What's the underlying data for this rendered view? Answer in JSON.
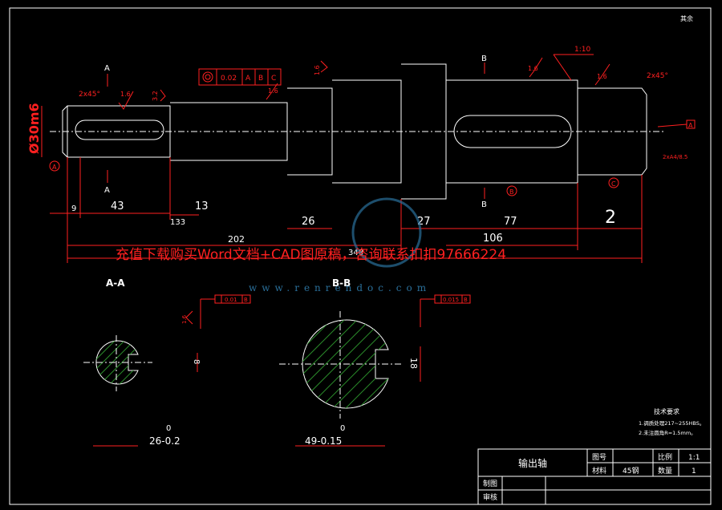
{
  "title_block": {
    "part_name": "输出轴",
    "drawing_no_label": "图号",
    "scale_label": "比例",
    "scale_value": "1:1",
    "material_label": "材料",
    "material_value": "45钢",
    "quantity_label": "数量",
    "quantity_value": "1",
    "drawn_label": "制图",
    "checked_label": "审核"
  },
  "tech_req": {
    "title": "技术要求",
    "line1": "1.调质处理217~255HBS。",
    "line2": "2.未注圆角R=1.5mm。"
  },
  "corner_note": "其余",
  "main_view": {
    "diameter_label": "Ø30m6",
    "chamfer_left": "2x45°",
    "chamfer_right": "2x45°",
    "tolerance_frame": [
      "0.02",
      "A",
      "B",
      "C"
    ],
    "roughness": [
      "1.6",
      "3.2",
      "1.6",
      "1.6",
      "1.6",
      "1.6",
      "1.6"
    ],
    "taper": "1:10",
    "dims": [
      "9",
      "43",
      "13",
      "133",
      "26",
      "27",
      "77",
      "2",
      "202",
      "106",
      "348"
    ],
    "section_marks": [
      "A",
      "A",
      "B",
      "B"
    ],
    "datum_labels": [
      "A",
      "B",
      "C",
      "A"
    ],
    "center_note": "2xA4/8.5"
  },
  "section_aa": {
    "title": "A-A",
    "dim_key": "8",
    "dim_diam_top": "0",
    "dim_diam": "26-0.2",
    "frame": [
      "0.01",
      "B"
    ]
  },
  "section_bb": {
    "title": "B-B",
    "dim_key": "18",
    "dim_diam_top": "0",
    "dim_diam": "49-0.15",
    "frame": [
      "0.015",
      "B"
    ]
  },
  "watermark": {
    "text": "充值下载购买Word文档+CAD图原稿，咨询联系扣扣97666224",
    "site": "www.renrendoc.com"
  }
}
